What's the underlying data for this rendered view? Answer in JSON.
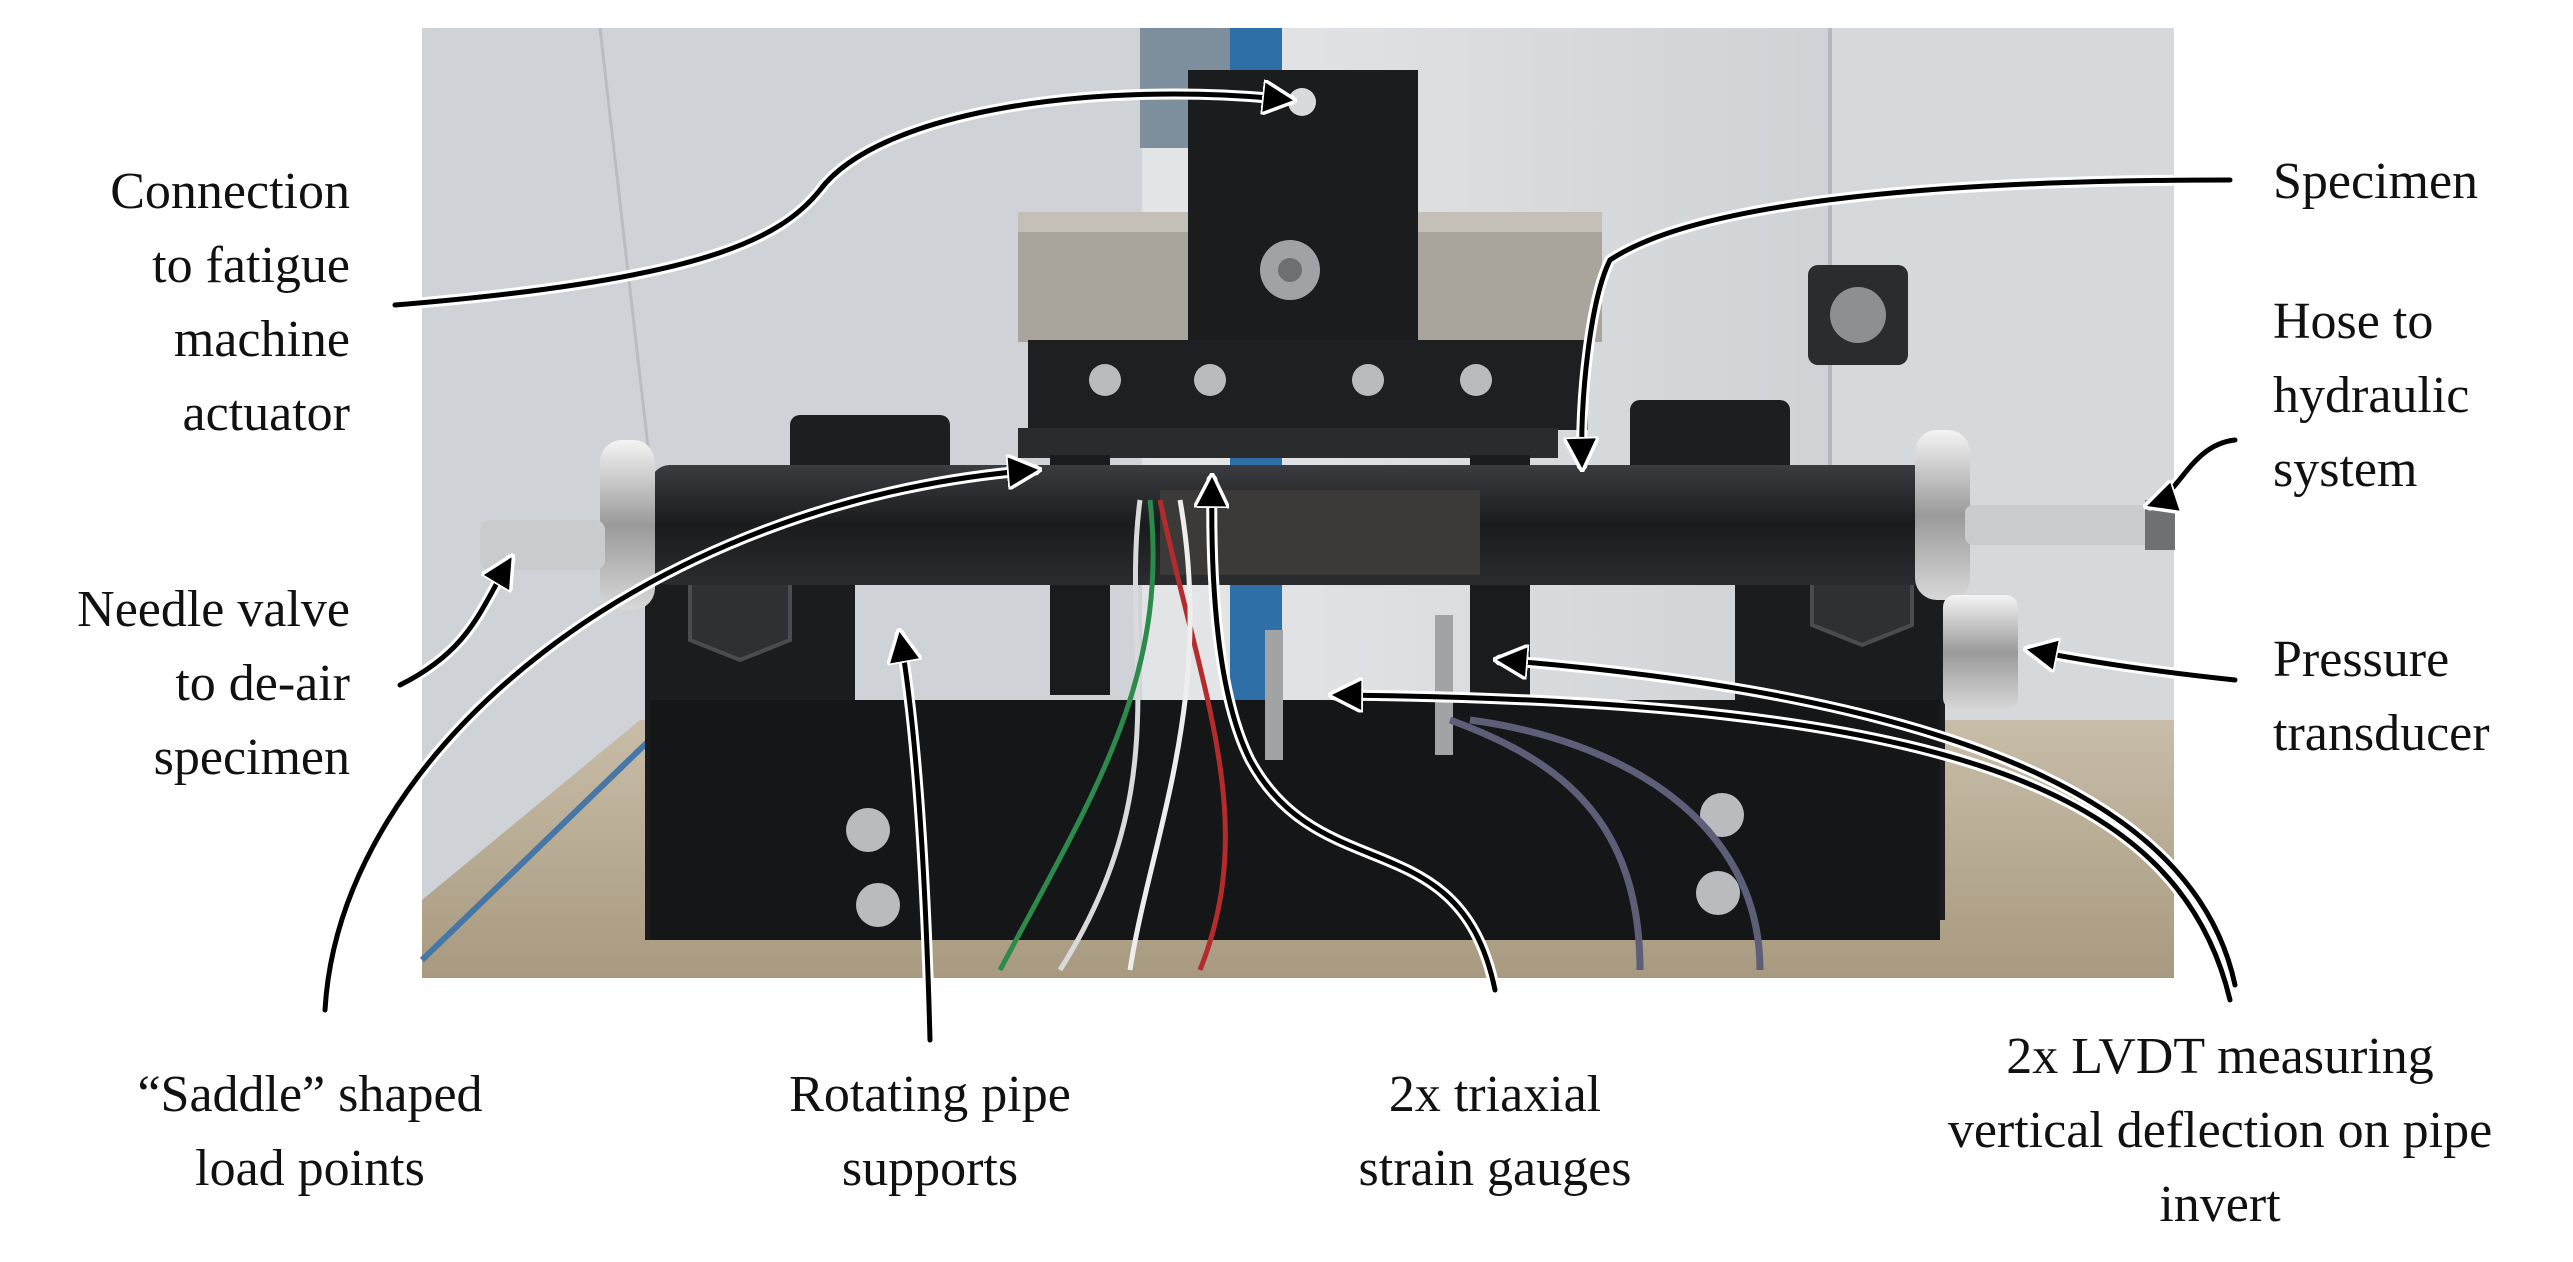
{
  "labels": {
    "connection": [
      "Connection",
      "to fatigue",
      "machine",
      "actuator"
    ],
    "needle_valve": [
      "Needle valve",
      "to de-air",
      "specimen"
    ],
    "specimen": [
      "Specimen"
    ],
    "hose": [
      "Hose to",
      "hydraulic",
      "system"
    ],
    "pressure_transducer": [
      "Pressure",
      "transducer"
    ],
    "saddle": [
      "“Saddle” shaped",
      "load points"
    ],
    "rotating_supports": [
      "Rotating pipe",
      "supports"
    ],
    "strain_gauges": [
      "2x  triaxial",
      "strain gauges"
    ],
    "lvdt": [
      "2x  LVDT  measuring",
      "vertical deflection on pipe",
      "invert"
    ]
  },
  "colors": {
    "wall": "#c9ccd0",
    "wall_light": "#dde0e3",
    "steel_black": "#1d1f22",
    "bench": "#b7aa92",
    "aluminium": "#a9a59c",
    "blue_column": "#2f6fa8",
    "arrow": "#000000"
  }
}
